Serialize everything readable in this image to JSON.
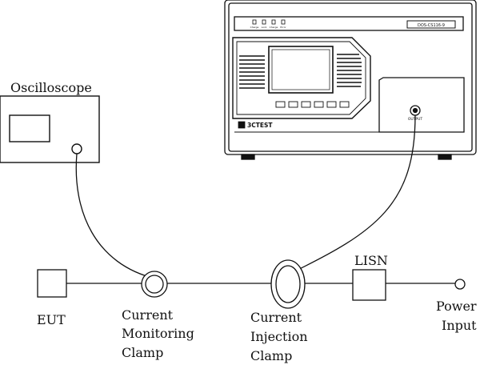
{
  "labels": {
    "oscilloscope": "Oscilloscope",
    "eut": "EUT",
    "lisn": "LISN",
    "current_monitoring_clamp": [
      "Current",
      "Monitoring",
      "Clamp"
    ],
    "current_injection_clamp": [
      "Current",
      "Injection",
      "Clamp"
    ],
    "power_input": [
      "Power",
      "Input"
    ]
  },
  "generator": {
    "brand": "3CTEST",
    "model": "DOS-CS116-9",
    "output_label": "OUTPUT",
    "indicators": [
      "Charge",
      "Lock",
      "Charge",
      "Error"
    ]
  }
}
